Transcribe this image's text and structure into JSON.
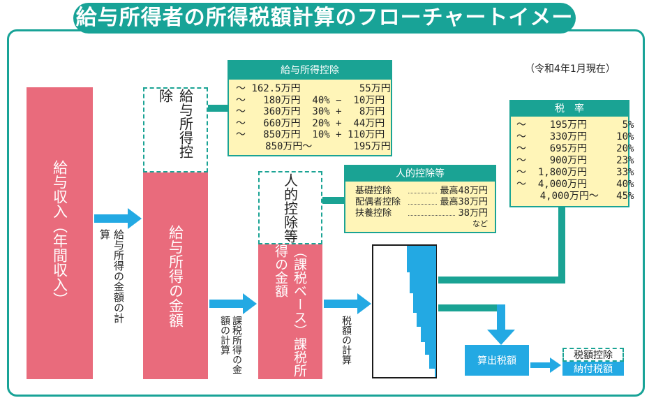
{
  "title": "給与所得者の所得税額計算のフローチャートイメージ",
  "date_note": "（令和4年1月現在）",
  "gross_income": "給与収入（年間収入）",
  "calc_income_label": "給与所得の金額の計算",
  "employment_deduction_label": "給与所得控除",
  "employment_income": "給与所得の金額",
  "calc_taxable_label": "課税所得の金額の計算",
  "personal_deduction_label": "人的控除等",
  "taxable_income": "（課税ベース）課税所得の金額",
  "calc_tax_label": "税額の計算",
  "computed_tax": "算出税額",
  "tax_credit": "税額控除",
  "tax_payable": "納付税額",
  "employment_deduction_table": {
    "title": "給与所得控除",
    "rows": [
      "〜 162.5万円          55万円",
      "〜   180万円  40% −  10万円",
      "〜   360万円  30% +   8万円",
      "〜   660万円  20% +  44万円",
      "〜   850万円  10% + 110万円",
      "     850万円〜       195万円"
    ]
  },
  "personal_deduction_table": {
    "title": "人的控除等",
    "rows": [
      {
        "name": "基礎控除",
        "amount": "最高48万円"
      },
      {
        "name": "配偶者控除",
        "amount": "最高38万円"
      },
      {
        "name": "扶養控除",
        "amount": "38万円"
      }
    ],
    "note": "など"
  },
  "tax_rate_table": {
    "title": "税　率",
    "rows": [
      "〜    195万円      5%",
      "〜    330万円     10%",
      "〜    695万円     20%",
      "〜    900万円     23%",
      "〜  1,800万円     33%",
      "〜  4,000万円     40%",
      "    4,000万円〜   45%"
    ]
  },
  "colors": {
    "teal": "#1aa394",
    "pink": "#e96b7c",
    "blue": "#23a9e3",
    "yellow": "#fff5b8"
  }
}
